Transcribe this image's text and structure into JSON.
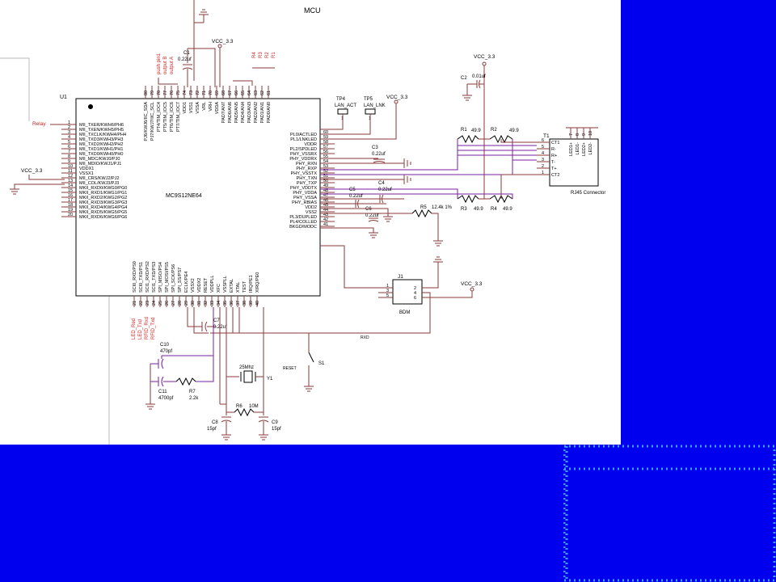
{
  "title": "MCU",
  "colors": {
    "wire": "#8b3a3a",
    "trace": "#7a1fa0",
    "label": "#cc2222",
    "text": "#000000",
    "bg": "#0000ee",
    "dots": "#3aa0ff"
  },
  "u1": {
    "ref": "U1",
    "part": "MC9S12NE64",
    "left_pins": [
      {
        "num": "1",
        "name": "MII_TXER/KWH6/PH6"
      },
      {
        "num": "2",
        "name": "MII_TXEN/KWH5/PH5"
      },
      {
        "num": "3",
        "name": "MII_TXCLK/KWH4/PH4"
      },
      {
        "num": "4",
        "name": "MII_TXD3/KWH3/PH3"
      },
      {
        "num": "5",
        "name": "MII_TXD2/KWH2/PH2"
      },
      {
        "num": "6",
        "name": "MII_TXD1/KWH1/PH1"
      },
      {
        "num": "7",
        "name": "MII_TXD0/KWH0/PH0"
      },
      {
        "num": "8",
        "name": "MII_MDC/KWJ0/PJ0"
      },
      {
        "num": "9",
        "name": "MII_MDIO/KWJ1/PJ1"
      },
      {
        "num": "10",
        "name": "VDDX1"
      },
      {
        "num": "11",
        "name": "VSSX1"
      },
      {
        "num": "12",
        "name": "MII_CRS/KWJ2/PJ2"
      },
      {
        "num": "13",
        "name": "MII_COL/KWJ3/PJ3"
      },
      {
        "num": "14",
        "name": "MKII_RXD0/KWG0/PG0"
      },
      {
        "num": "15",
        "name": "MKII_RXD1/KWG1/PG1"
      },
      {
        "num": "16",
        "name": "MKII_RXD2/KWG2/PG2"
      },
      {
        "num": "17",
        "name": "MKII_RXD3/KWG3/PG3"
      },
      {
        "num": "18",
        "name": "MKII_RXD4/KWG4/PG4"
      },
      {
        "num": "19",
        "name": "MKII_RXD5/KWG5/PG5"
      },
      {
        "num": "20",
        "name": "MKII_RXD6/KWG6/PG6"
      }
    ],
    "right_pins": [
      {
        "num": "60",
        "name": "PL0/ACTLED"
      },
      {
        "num": "59",
        "name": "PL1/LNKLED"
      },
      {
        "num": "58",
        "name": "VDDR"
      },
      {
        "num": "57",
        "name": "PL2/SPDLED"
      },
      {
        "num": "56",
        "name": "PHY_VSSRX"
      },
      {
        "num": "55",
        "name": "PHY_VDDRX"
      },
      {
        "num": "54",
        "name": "PHY_RXN"
      },
      {
        "num": "53",
        "name": "PHY_RXP"
      },
      {
        "num": "52",
        "name": "PHY_VSSTX"
      },
      {
        "num": "51",
        "name": "PHY_TXN"
      },
      {
        "num": "50",
        "name": "PHY_TXP"
      },
      {
        "num": "49",
        "name": "PHY_VDDTX"
      },
      {
        "num": "48",
        "name": "PHY_VDDA"
      },
      {
        "num": "47",
        "name": "PHY_VSSA"
      },
      {
        "num": "46",
        "name": "PHY_RBIAS"
      },
      {
        "num": "45",
        "name": "VDD2"
      },
      {
        "num": "44",
        "name": "VSS2"
      },
      {
        "num": "43",
        "name": "PL3/DUPLED"
      },
      {
        "num": "42",
        "name": "PL4/COLLED"
      },
      {
        "num": "41",
        "name": "BKGD/MODC"
      }
    ],
    "top_pins": [
      {
        "num": "80",
        "name": "PJ6/KWJ6/IIC_SDA"
      },
      {
        "num": "79",
        "name": "PJ7/KWJ7/IIC_SCL"
      },
      {
        "num": "78",
        "name": "PT4/TIM_IOC4"
      },
      {
        "num": "77",
        "name": "PT5/TIM_IOC5"
      },
      {
        "num": "76",
        "name": "PT6/TIM_IOC6"
      },
      {
        "num": "75",
        "name": "PT7/TIM_IOC7"
      },
      {
        "num": "74",
        "name": "VDD1"
      },
      {
        "num": "73",
        "name": "VSS1"
      },
      {
        "num": "72",
        "name": "VSSA"
      },
      {
        "num": "71",
        "name": "VRL"
      },
      {
        "num": "70",
        "name": "VRH"
      },
      {
        "num": "69",
        "name": "VDDA"
      },
      {
        "num": "68",
        "name": "PAD7/AN7"
      },
      {
        "num": "67",
        "name": "PAD6/AN6"
      },
      {
        "num": "66",
        "name": "PAD5/AN5"
      },
      {
        "num": "65",
        "name": "PAD4/AN4"
      },
      {
        "num": "64",
        "name": "PAD3/AN3"
      },
      {
        "num": "63",
        "name": "PAD2/AN2"
      },
      {
        "num": "62",
        "name": "PAD1/AN1"
      },
      {
        "num": "61",
        "name": "PAD0/AN0"
      }
    ],
    "bottom_pins": [
      {
        "num": "21",
        "name": "SCI0_RXD/PS0"
      },
      {
        "num": "22",
        "name": "SCI0_TXD/PS1"
      },
      {
        "num": "23",
        "name": "SCI1_RXD/PS2"
      },
      {
        "num": "24",
        "name": "SCI1_TXD/PS3"
      },
      {
        "num": "25",
        "name": "SPI_MISO/PS4"
      },
      {
        "num": "26",
        "name": "SPI_MOSI/PS5"
      },
      {
        "num": "27",
        "name": "SPI_SCK/PS6"
      },
      {
        "num": "28",
        "name": "SPI_SS/PS7"
      },
      {
        "num": "29",
        "name": "ECLK/PE4"
      },
      {
        "num": "30",
        "name": "VSSX2"
      },
      {
        "num": "31",
        "name": "VDDX2"
      },
      {
        "num": "32",
        "name": "RESET"
      },
      {
        "num": "33",
        "name": "VDDPLL"
      },
      {
        "num": "34",
        "name": "XFC"
      },
      {
        "num": "35",
        "name": "VSSPLL"
      },
      {
        "num": "36",
        "name": "EXTAL"
      },
      {
        "num": "37",
        "name": "XTAL"
      },
      {
        "num": "38",
        "name": "TEST"
      },
      {
        "num": "39",
        "name": "IRQ/PE1"
      },
      {
        "num": "40",
        "name": "XIRQ/PE0"
      }
    ]
  },
  "net_labels": {
    "relay": "Relay",
    "vcc_left": "VCC_3.3",
    "vcc_top": "VCC_3.3",
    "vcc_tp": "VCC_3.3",
    "vcc_c2": "VCC_3.3",
    "vcc_bdm": "VCC_3.3",
    "top_red": [
      "push pin1",
      "output B",
      "output A"
    ],
    "r_labels": [
      "R4",
      "R3",
      "R2",
      "R1"
    ],
    "bottom_red": [
      "LED_Red",
      "LED_Txd",
      "RFID_Rxd",
      "RFID_Txd"
    ],
    "reset": "RESET",
    "rxd": "RXD"
  },
  "components": {
    "c1": {
      "ref": "C1",
      "value": "0.22uf"
    },
    "c2": {
      "ref": "C2",
      "value": "0.01uf"
    },
    "c3": {
      "ref": "C3",
      "value": "0.22uf"
    },
    "c4": {
      "ref": "C4",
      "value": "0.22uf"
    },
    "c5": {
      "ref": "C5",
      "value": "0.22uf"
    },
    "c6": {
      "ref": "C6",
      "value": "0.22uf"
    },
    "c7": {
      "ref": "C7",
      "value": "0.22uf"
    },
    "c8": {
      "ref": "C8",
      "value": "15pf"
    },
    "c9": {
      "ref": "C9",
      "value": "15pf"
    },
    "c10": {
      "ref": "C10",
      "value": "470pf"
    },
    "c11": {
      "ref": "C11",
      "value": "4700pf"
    },
    "r1": {
      "ref": "R1",
      "value": "49.9"
    },
    "r2": {
      "ref": "R2",
      "value": "49.9"
    },
    "r3": {
      "ref": "R3",
      "value": "49.9"
    },
    "r4": {
      "ref": "R4",
      "value": "49.9"
    },
    "r5": {
      "ref": "R5",
      "value": "12.4k 1%"
    },
    "r6": {
      "ref": "R6",
      "value": "10M"
    },
    "r7": {
      "ref": "R7",
      "value": "2.2k"
    },
    "y1": {
      "ref": "Y1",
      "value": "25Mhz"
    },
    "s1": {
      "ref": "S1"
    },
    "tp4": {
      "ref": "TP4",
      "name": "LAN_ACT",
      "pin": "1"
    },
    "tp5": {
      "ref": "TP5",
      "name": "LAN_LNK",
      "pin": "1"
    },
    "t1": {
      "ref": "T1",
      "name": "RJ45 Connector",
      "pins": [
        "CT1",
        "R-",
        "R+",
        "T-",
        "T+",
        "CT2"
      ],
      "pin_nums": [
        "6",
        "5",
        "4",
        "3",
        "2",
        "1"
      ],
      "leds": [
        "LED1+",
        "LED1-",
        "LED2+",
        "LED2-"
      ],
      "led_nums": [
        "7",
        "8",
        "9",
        "10"
      ]
    },
    "j1": {
      "ref": "J1",
      "name": "BDM",
      "left_nums": [
        "1",
        "3",
        "5"
      ],
      "right_nums": [
        "2",
        "4",
        "6"
      ]
    }
  }
}
